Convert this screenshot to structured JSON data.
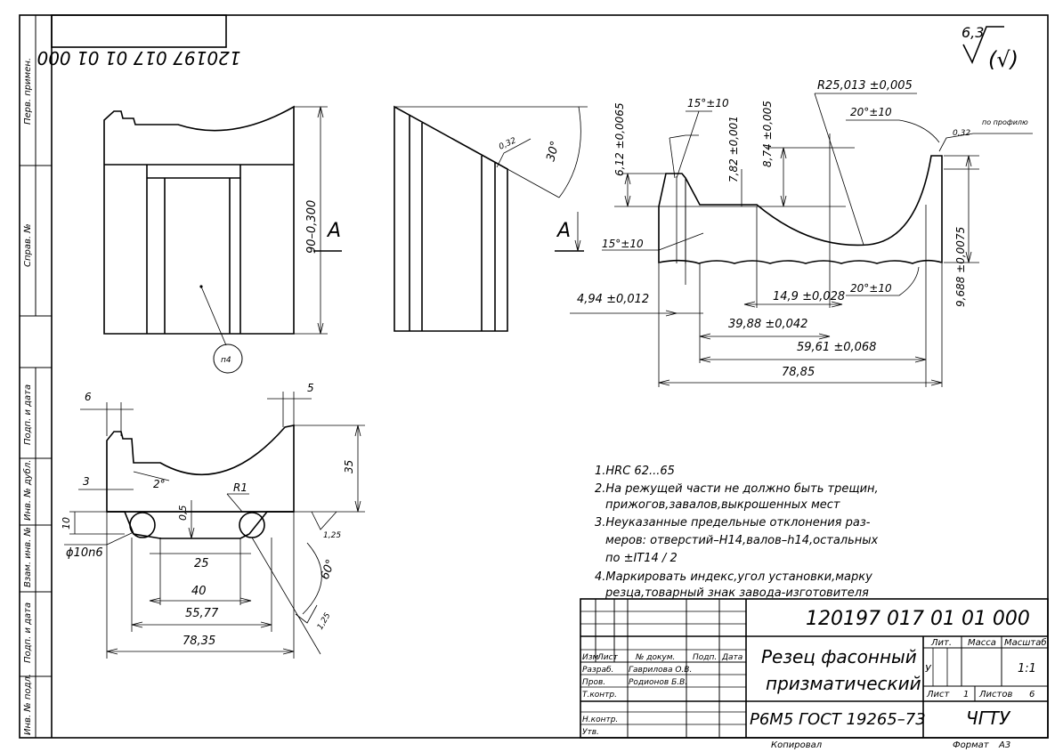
{
  "drawing_number": "120197 017 01 01 000",
  "drawing_number_mirrored": "120197 017 01 01 000",
  "roughness_main": "6,3",
  "roughness_paren": "(√)",
  "side_stamp": {
    "perv_primen": "Перв. примен.",
    "sprav": "Справ. №",
    "podp_data_1": "Подп. и дата",
    "inv_dubl": "Инв. № дубл.",
    "vzam_inv": "Взам. инв. №",
    "podp_data_2": "Подп. и дата",
    "inv_podl": "Инв. № подл."
  },
  "view1": {
    "dim_height": "90–0,300",
    "section_label": "A",
    "marking_note": "п4"
  },
  "view2": {
    "dim_angle": "30°",
    "roughness_local": "0,32",
    "section_label": "A"
  },
  "profile": {
    "radius": "R25,013 ±0,005",
    "angle_15_top": "15°±10",
    "angle_15_low": "15°±10",
    "angle_20_top": "20°±10",
    "angle_20_low": "20°±10",
    "h_612": "6,12 ±0,0065",
    "h_782": "7,82 ±0,001",
    "h_874": "8,74 ±0,005",
    "h_right": "9,688 ±0,0075",
    "note_po_profilu": "по профилю",
    "roughness_local": "0,32",
    "d_494": "4,94 ±0,012",
    "d_149": "14,9 ±0,028",
    "d_3988": "39,88 ±0,042",
    "d_5961": "59,61 ±0,068",
    "d_7885": "78,85"
  },
  "view3": {
    "d_6": "6",
    "d_5": "5",
    "d_35": "35",
    "d_3": "3",
    "d_2deg": "2°",
    "d_R1": "R1",
    "d_05": "0,5",
    "d_10": "10",
    "d_10n6": "ϕ10n6",
    "d_25": "25",
    "d_40": "40",
    "d_5577": "55,77",
    "d_7835": "78,35",
    "d_60deg": "60°",
    "rough_125_a": "1,25",
    "rough_125_b": "1,25"
  },
  "notes": [
    "1.HRC 62...65",
    "2.На режущей части не должно быть трещин,",
    "прижогов,завалов,выкрошенных мест",
    "3.Неуказанные предельные отклонения раз-",
    "меров: отверстий–H14,валов–h14,остальных",
    "по ±IT14 / 2",
    "4.Маркировать индекс,угол установки,марку",
    "резца,товарный знак завода-изготовителя"
  ],
  "title_block": {
    "designation": "120197 017 01 01 000",
    "name_line1": "Резец фасонный",
    "name_line2": "призматический",
    "material": "Р6М5 ГОСТ 19265–73",
    "org": "ЧГТУ",
    "hdr_izm": "Изм",
    "hdr_list": "Лист",
    "hdr_doc": "№ докум.",
    "hdr_podp": "Подп.",
    "hdr_data": "Дата",
    "razrab": "Разраб.",
    "prov": "Пров.",
    "tkontr": "Т.контр.",
    "nkontr": "Н.контр.",
    "utv": "Утв.",
    "razrab_name": "Гаврилова О.В.",
    "prov_name": "Родионов Б.В.",
    "lit": "Лит.",
    "massa": "Масса",
    "masshtab": "Масштаб",
    "lit_value": "У",
    "scale_value": "1:1",
    "list_label": "Лист",
    "list_value": "1",
    "listov_label": "Листов",
    "listov_value": "6",
    "kopiroval": "Копировал",
    "format": "Формат",
    "format_value": "А3"
  },
  "colors": {
    "ink": "#000000",
    "paper": "#ffffff"
  }
}
